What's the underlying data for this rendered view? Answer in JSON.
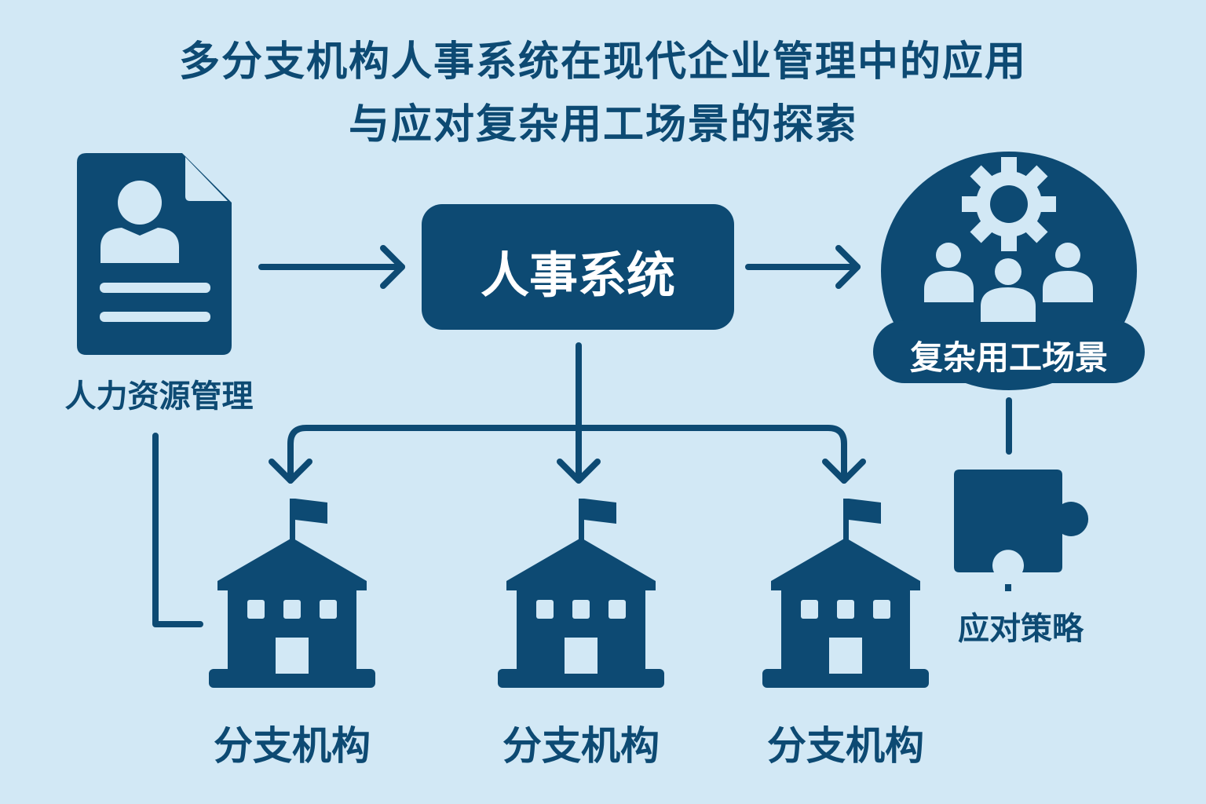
{
  "title": {
    "line1": "多分支机构人事系统在现代企业管理中的应用",
    "line2": "与应对复杂用工场景的探索"
  },
  "nodes": {
    "hr_management": "人力资源管理",
    "hr_system": "人事系统",
    "complex_scenarios": "复杂用工场景",
    "strategy": "应对策略",
    "branches": [
      "分支机构",
      "分支机构",
      "分支机构"
    ]
  },
  "icons": [
    "document-person-icon",
    "gear-people-icon",
    "puzzle-icon",
    "building-flag-icon"
  ],
  "colors": {
    "background": "#d2e8f5",
    "primary": "#0d4a73",
    "text_on_primary": "#ffffff"
  }
}
